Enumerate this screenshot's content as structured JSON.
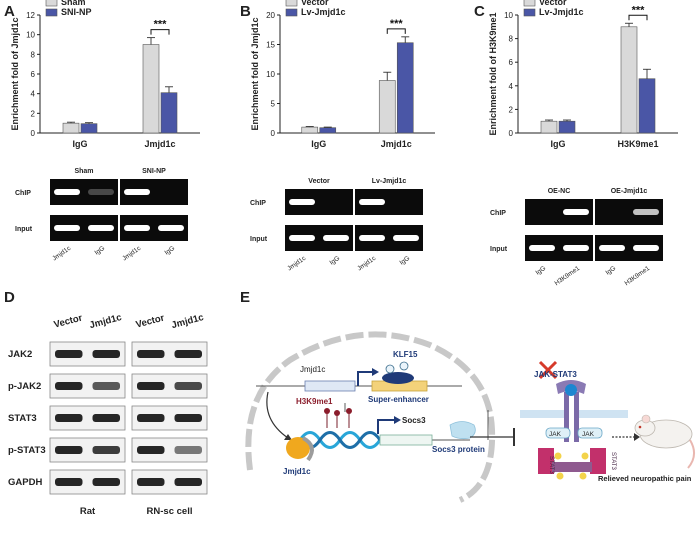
{
  "panels": {
    "A": "A",
    "B": "B",
    "C": "C",
    "D": "D",
    "E": "E"
  },
  "chart_data": [
    {
      "type": "bar",
      "panel": "A",
      "ylabel": "Enrichment fold of Jmjd1c",
      "ylim": [
        0,
        12
      ],
      "yticks": [
        "0",
        "2",
        "4",
        "6",
        "8",
        "10",
        "12"
      ],
      "categories": [
        "IgG",
        "Jmjd1c"
      ],
      "series": [
        {
          "name": "Sham",
          "values": [
            1.0,
            9.0
          ],
          "errors": [
            0.1,
            0.7
          ],
          "color": "#d9d9d9"
        },
        {
          "name": "SNI-NP",
          "values": [
            0.95,
            4.1
          ],
          "errors": [
            0.1,
            0.6
          ],
          "color": "#4a56a6"
        }
      ],
      "significance": "***",
      "sig_category": 1
    },
    {
      "type": "bar",
      "panel": "B",
      "ylabel": "Enrichment fold of Jmjd1c",
      "ylim": [
        0,
        20
      ],
      "yticks": [
        "0",
        "5",
        "10",
        "15",
        "20"
      ],
      "categories": [
        "IgG",
        "Jmjd1c"
      ],
      "series": [
        {
          "name": "Vector",
          "values": [
            1.0,
            8.9
          ],
          "errors": [
            0.1,
            1.4
          ],
          "color": "#d9d9d9"
        },
        {
          "name": "Lv-Jmjd1c",
          "values": [
            0.9,
            15.3
          ],
          "errors": [
            0.1,
            1.0
          ],
          "color": "#4a56a6"
        }
      ],
      "significance": "***",
      "sig_category": 1
    },
    {
      "type": "bar",
      "panel": "C",
      "ylabel": "Enrichment fold of H3K9me1",
      "ylim": [
        0,
        10
      ],
      "yticks": [
        "0",
        "2",
        "4",
        "6",
        "8",
        "10"
      ],
      "categories": [
        "IgG",
        "H3K9me1"
      ],
      "series": [
        {
          "name": "Vector",
          "values": [
            1.0,
            9.0
          ],
          "errors": [
            0.1,
            0.3
          ],
          "color": "#d9d9d9"
        },
        {
          "name": "Lv-Jmjd1c",
          "values": [
            1.0,
            4.6
          ],
          "errors": [
            0.1,
            0.8
          ],
          "color": "#4a56a6"
        }
      ],
      "significance": "***",
      "sig_category": 1
    }
  ],
  "gels": [
    {
      "panel": "A",
      "groups": [
        "Sham",
        "SNI-NP"
      ],
      "rows": [
        "ChIP",
        "Input"
      ],
      "lanes": [
        "Jmjd1c",
        "IgG",
        "Jmjd1c",
        "IgG"
      ],
      "chip": [
        1,
        0.25,
        1,
        0
      ],
      "input": [
        1,
        1,
        1,
        1
      ]
    },
    {
      "panel": "B",
      "groups": [
        "Vector",
        "Lv-Jmjd1c"
      ],
      "rows": [
        "ChIP",
        "Input"
      ],
      "lanes": [
        "Jmjd1c",
        "IgG",
        "Jmjd1c",
        "IgG"
      ],
      "chip": [
        1,
        0,
        1,
        0
      ],
      "input": [
        1,
        1,
        1,
        1
      ]
    },
    {
      "panel": "C",
      "groups": [
        "OE-NC",
        "OE-Jmjd1c"
      ],
      "rows": [
        "ChIP",
        "Input"
      ],
      "lanes": [
        "IgG",
        "H3K9me1",
        "IgG",
        "H3K9me1"
      ],
      "chip": [
        0,
        1,
        0,
        0.75
      ],
      "input": [
        1,
        1,
        1,
        1
      ]
    }
  ],
  "western": {
    "headers": [
      "Vector",
      "Jmjd1c",
      "Vector",
      "Jmjd1c"
    ],
    "rows": [
      "JAK2",
      "p-JAK2",
      "STAT3",
      "p-STAT3",
      "GAPDH"
    ],
    "groups": [
      "Rat",
      "RN-sc cell"
    ],
    "intensity": [
      [
        1,
        1,
        1,
        1
      ],
      [
        1,
        0.65,
        1,
        0.75
      ],
      [
        1,
        1,
        1,
        1
      ],
      [
        1,
        0.85,
        1,
        0.45
      ],
      [
        1,
        1,
        1,
        1
      ]
    ]
  },
  "schematic": {
    "jmjd1c_gene": "Jmjd1c",
    "klf15": "KLF15",
    "super_enhancer": "Super-enhancer",
    "h3k9me1": "H3K9me1",
    "socs3": "Socs3",
    "jmjd1c_protein": "Jmjd1c",
    "socs3_protein": "Socs3 protein",
    "jak_stat3": "JAK-STAT3",
    "jak": "JAK",
    "stat3": "STAT3",
    "relieved": "Relieved neuropathic pain"
  }
}
